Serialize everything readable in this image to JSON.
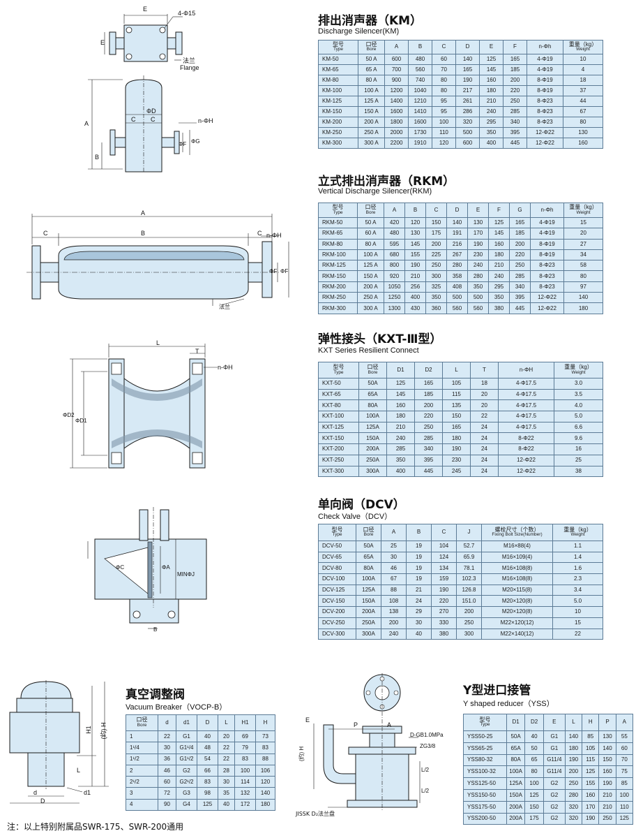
{
  "km": {
    "title_cn": "排出消声器（KM）",
    "title_en": "Discharge Silencer(KM)",
    "headers": [
      {
        "cn": "型号",
        "en": "Type"
      },
      {
        "cn": "口径",
        "en": "Bore"
      },
      {
        "cn": "A",
        "en": ""
      },
      {
        "cn": "B",
        "en": ""
      },
      {
        "cn": "C",
        "en": ""
      },
      {
        "cn": "D",
        "en": ""
      },
      {
        "cn": "E",
        "en": ""
      },
      {
        "cn": "F",
        "en": ""
      },
      {
        "cn": "n-Φh",
        "en": ""
      },
      {
        "cn": "重量（kg）",
        "en": "Weight"
      }
    ],
    "rows": [
      [
        "KM-50",
        "50 A",
        "600",
        "480",
        "60",
        "140",
        "125",
        "165",
        "4-Φ19",
        "10"
      ],
      [
        "KM-65",
        "65 A",
        "700",
        "560",
        "70",
        "165",
        "145",
        "185",
        "4-Φ19",
        "4"
      ],
      [
        "KM-80",
        "80 A",
        "900",
        "740",
        "80",
        "190",
        "160",
        "200",
        "8-Φ19",
        "18"
      ],
      [
        "KM-100",
        "100 A",
        "1200",
        "1040",
        "80",
        "217",
        "180",
        "220",
        "8-Φ19",
        "37"
      ],
      [
        "KM-125",
        "125 A",
        "1400",
        "1210",
        "95",
        "261",
        "210",
        "250",
        "8-Φ23",
        "44"
      ],
      [
        "KM-150",
        "150 A",
        "1600",
        "1410",
        "95",
        "286",
        "240",
        "285",
        "8-Φ23",
        "67"
      ],
      [
        "KM-200",
        "200 A",
        "1800",
        "1600",
        "100",
        "320",
        "295",
        "340",
        "8-Φ23",
        "80"
      ],
      [
        "KM-250",
        "250 A",
        "2000",
        "1730",
        "110",
        "500",
        "350",
        "395",
        "12-Φ22",
        "130"
      ],
      [
        "KM-300",
        "300 A",
        "2200",
        "1910",
        "120",
        "600",
        "400",
        "445",
        "12-Φ22",
        "160"
      ]
    ]
  },
  "rkm": {
    "title_cn": "立式排出消声器（RKM）",
    "title_en": "Vertical Discharge Silencer(RKM)",
    "headers": [
      {
        "cn": "型号",
        "en": "Type"
      },
      {
        "cn": "口径",
        "en": "Bore"
      },
      {
        "cn": "A",
        "en": ""
      },
      {
        "cn": "B",
        "en": ""
      },
      {
        "cn": "C",
        "en": ""
      },
      {
        "cn": "D",
        "en": ""
      },
      {
        "cn": "E",
        "en": ""
      },
      {
        "cn": "F",
        "en": ""
      },
      {
        "cn": "G",
        "en": ""
      },
      {
        "cn": "n-Φh",
        "en": ""
      },
      {
        "cn": "重量（kg）",
        "en": "Weight"
      }
    ],
    "rows": [
      [
        "RKM-50",
        "50 A",
        "420",
        "120",
        "150",
        "140",
        "130",
        "125",
        "165",
        "4-Φ19",
        "15"
      ],
      [
        "RKM-65",
        "60 A",
        "480",
        "130",
        "175",
        "191",
        "170",
        "145",
        "185",
        "4-Φ19",
        "20"
      ],
      [
        "RKM-80",
        "80 A",
        "595",
        "145",
        "200",
        "216",
        "190",
        "160",
        "200",
        "8-Φ19",
        "27"
      ],
      [
        "RKM-100",
        "100 A",
        "680",
        "155",
        "225",
        "267",
        "230",
        "180",
        "220",
        "8-Φ19",
        "34"
      ],
      [
        "RKM-125",
        "125 A",
        "800",
        "190",
        "250",
        "280",
        "240",
        "210",
        "250",
        "8-Φ23",
        "58"
      ],
      [
        "RKM-150",
        "150 A",
        "920",
        "210",
        "300",
        "358",
        "280",
        "240",
        "285",
        "8-Φ23",
        "80"
      ],
      [
        "RKM-200",
        "200 A",
        "1050",
        "256",
        "325",
        "408",
        "350",
        "295",
        "340",
        "8-Φ23",
        "97"
      ],
      [
        "RKM-250",
        "250 A",
        "1250",
        "400",
        "350",
        "500",
        "500",
        "350",
        "395",
        "12-Φ22",
        "140"
      ],
      [
        "RKM-300",
        "300 A",
        "1300",
        "430",
        "360",
        "560",
        "560",
        "380",
        "445",
        "12-Φ22",
        "180"
      ]
    ]
  },
  "kxt": {
    "title_cn": "弹性接头（KXT-Ⅲ型）",
    "title_en": "KXT Series Resilient Connect",
    "headers": [
      {
        "cn": "型号",
        "en": "Type"
      },
      {
        "cn": "口径",
        "en": "Bore"
      },
      {
        "cn": "D1",
        "en": ""
      },
      {
        "cn": "D2",
        "en": ""
      },
      {
        "cn": "L",
        "en": ""
      },
      {
        "cn": "T",
        "en": ""
      },
      {
        "cn": "n-ΦH",
        "en": ""
      },
      {
        "cn": "重量（kg）",
        "en": "Weight"
      }
    ],
    "rows": [
      [
        "KXT-50",
        "50A",
        "125",
        "165",
        "105",
        "18",
        "4-Φ17.5",
        "3.0"
      ],
      [
        "KXT-65",
        "65A",
        "145",
        "185",
        "115",
        "20",
        "4-Φ17.5",
        "3.5"
      ],
      [
        "KXT-80",
        "80A",
        "160",
        "200",
        "135",
        "20",
        "4-Φ17.5",
        "4.0"
      ],
      [
        "KXT-100",
        "100A",
        "180",
        "220",
        "150",
        "22",
        "4-Φ17.5",
        "5.0"
      ],
      [
        "KXT-125",
        "125A",
        "210",
        "250",
        "165",
        "24",
        "4-Φ17.5",
        "6.6"
      ],
      [
        "KXT-150",
        "150A",
        "240",
        "285",
        "180",
        "24",
        "8-Φ22",
        "9.6"
      ],
      [
        "KXT-200",
        "200A",
        "285",
        "340",
        "190",
        "24",
        "8-Φ22",
        "16"
      ],
      [
        "KXT-250",
        "250A",
        "350",
        "395",
        "230",
        "24",
        "12-Φ22",
        "25"
      ],
      [
        "KXT-300",
        "300A",
        "400",
        "445",
        "245",
        "24",
        "12-Φ22",
        "38"
      ]
    ]
  },
  "dcv": {
    "title_cn": "单向阀（DCV）",
    "title_en": "Check Valve（DCV）",
    "headers": [
      {
        "cn": "型号",
        "en": "Type"
      },
      {
        "cn": "口径",
        "en": "Bore"
      },
      {
        "cn": "A",
        "en": ""
      },
      {
        "cn": "B",
        "en": ""
      },
      {
        "cn": "C",
        "en": ""
      },
      {
        "cn": "J",
        "en": ""
      },
      {
        "cn": "螺栓尺寸（个数）",
        "en": "Fixing Bolt Size(Number)"
      },
      {
        "cn": "重量（kg）",
        "en": "Weight"
      }
    ],
    "rows": [
      [
        "DCV-50",
        "50A",
        "25",
        "19",
        "104",
        "52.7",
        "M16×88(4)",
        "1.1"
      ],
      [
        "DCV-65",
        "65A",
        "30",
        "19",
        "124",
        "65.9",
        "M16×109(4)",
        "1.4"
      ],
      [
        "DCV-80",
        "80A",
        "46",
        "19",
        "134",
        "78.1",
        "M16×108(8)",
        "1.6"
      ],
      [
        "DCV-100",
        "100A",
        "67",
        "19",
        "159",
        "102.3",
        "M16×108(8)",
        "2.3"
      ],
      [
        "DCV-125",
        "125A",
        "88",
        "21",
        "190",
        "126.8",
        "M20×115(8)",
        "3.4"
      ],
      [
        "DCV-150",
        "150A",
        "108",
        "24",
        "220",
        "151.0",
        "M20×120(8)",
        "5.0"
      ],
      [
        "DCV-200",
        "200A",
        "138",
        "29",
        "270",
        "200",
        "M20×120(8)",
        "10"
      ],
      [
        "DCV-250",
        "250A",
        "200",
        "30",
        "330",
        "250",
        "M22×120(12)",
        "15"
      ],
      [
        "DCV-300",
        "300A",
        "240",
        "40",
        "380",
        "300",
        "M22×140(12)",
        "22"
      ]
    ]
  },
  "vocp": {
    "title_cn": "真空调整阀",
    "title_en": "Vacuum Breaker（VOCP-B）",
    "headers": [
      {
        "cn": "口径",
        "en": "Bore"
      },
      {
        "cn": "d",
        "en": ""
      },
      {
        "cn": "d1",
        "en": ""
      },
      {
        "cn": "D",
        "en": ""
      },
      {
        "cn": "L",
        "en": ""
      },
      {
        "cn": "H1",
        "en": ""
      },
      {
        "cn": "H",
        "en": ""
      }
    ],
    "rows": [
      [
        "1",
        "22",
        "G1",
        "40",
        "20",
        "69",
        "73"
      ],
      [
        "1¹/4",
        "30",
        "G1¹/4",
        "48",
        "22",
        "79",
        "83"
      ],
      [
        "1¹/2",
        "36",
        "G1¹/2",
        "54",
        "22",
        "83",
        "88"
      ],
      [
        "2",
        "46",
        "G2",
        "66",
        "28",
        "100",
        "106"
      ],
      [
        "2¹/2",
        "60",
        "G2¹/2",
        "83",
        "30",
        "114",
        "120"
      ],
      [
        "3",
        "72",
        "G3",
        "98",
        "35",
        "132",
        "140"
      ],
      [
        "4",
        "90",
        "G4",
        "125",
        "40",
        "172",
        "180"
      ]
    ]
  },
  "yss": {
    "title_cn": "Y型进口接管",
    "title_en": "Y shaped reducer（YSS）",
    "headers": [
      {
        "cn": "型号",
        "en": "Type"
      },
      {
        "cn": "D1",
        "en": ""
      },
      {
        "cn": "D2",
        "en": ""
      },
      {
        "cn": "E",
        "en": ""
      },
      {
        "cn": "L",
        "en": ""
      },
      {
        "cn": "H",
        "en": ""
      },
      {
        "cn": "P",
        "en": ""
      },
      {
        "cn": "A",
        "en": ""
      }
    ],
    "rows": [
      [
        "YSS50-25",
        "50A",
        "40",
        "G1",
        "140",
        "85",
        "130",
        "55"
      ],
      [
        "YSS65-25",
        "65A",
        "50",
        "G1",
        "180",
        "105",
        "140",
        "60"
      ],
      [
        "YSS80-32",
        "80A",
        "65",
        "G11/4",
        "190",
        "115",
        "150",
        "70"
      ],
      [
        "YSS100-32",
        "100A",
        "80",
        "G11/4",
        "200",
        "125",
        "160",
        "75"
      ],
      [
        "YSS125-50",
        "125A",
        "100",
        "G2",
        "250",
        "155",
        "190",
        "85"
      ],
      [
        "YSS150-50",
        "150A",
        "125",
        "G2",
        "280",
        "160",
        "210",
        "100"
      ],
      [
        "YSS175-50",
        "200A",
        "150",
        "G2",
        "320",
        "170",
        "210",
        "110"
      ],
      [
        "YSS200-50",
        "200A",
        "175",
        "G2",
        "320",
        "190",
        "250",
        "125"
      ]
    ]
  },
  "drawings": {
    "km_top": {
      "E": "E",
      "holes": "4-Φ15",
      "flange_cn": "法兰",
      "flange_en": "Flange"
    },
    "km_side": {
      "A": "A",
      "B": "B",
      "C": "C",
      "D": "ΦD",
      "nh": "n-ΦH",
      "F": "ΦF",
      "G": "ΦG"
    },
    "rkm": {
      "A": "A",
      "B": "B",
      "C": "C",
      "nh": "n-ΦH",
      "F": "ΦF",
      "flange_cn": "法兰"
    },
    "kxt": {
      "L": "L",
      "T": "T",
      "nh": "n-ΦH",
      "D2": "ΦD2",
      "D1": "ΦD1"
    },
    "dcv": {
      "C": "ΦC",
      "A": "ΦA",
      "J": "MINΦJ",
      "B": "B"
    },
    "vocp": {
      "H1": "H1",
      "H": "(约) H",
      "L": "L",
      "d": "d",
      "d1": "d1",
      "D": "D"
    },
    "yss": {
      "E": "E",
      "P": "P",
      "A": "A",
      "rating": "D-GB1.0MPa",
      "thread": "ZG3/8",
      "H": "(约) H",
      "L2a": "L/2",
      "L2b": "L/2",
      "flange": "JISSK D₂法兰盘"
    }
  },
  "note": "注：以上特别附属品SWR-175、SWR-200通用",
  "colors": {
    "fill": "#d7e9f5",
    "line": "#1a1a1a",
    "table_bg": "#d8eaf6",
    "table_border": "#5b7a95"
  }
}
